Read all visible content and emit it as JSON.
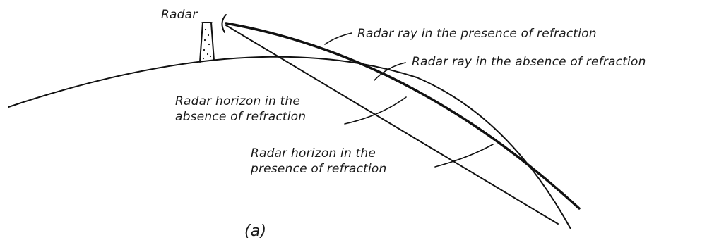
{
  "labels": {
    "radar": "Radar",
    "ray_refraction": "Radar ray in the presence of refraction",
    "ray_no_refraction": "Radar ray in the absence of refraction",
    "horizon_no_refraction": "Radar horizon in the\nabsence of refraction",
    "horizon_refraction": "Radar horizon in the\npresence of refraction",
    "caption": "(a)"
  }
}
